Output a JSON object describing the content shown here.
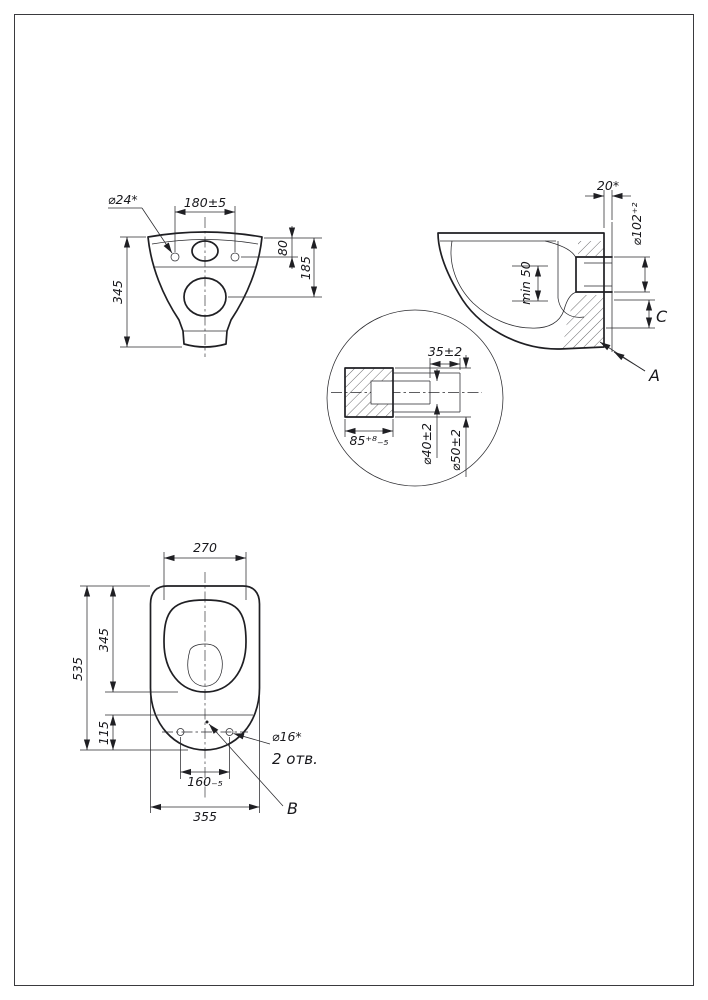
{
  "views": {
    "front": {
      "hole_dia": "⌀24*",
      "hole_spacing": "180±5",
      "top_to_hole": "80",
      "top_to_bowl": "185",
      "height": "345"
    },
    "side": {
      "wall_gap": "20*",
      "outlet_dia": "⌀102⁺²",
      "seal_depth": "min 50",
      "label_c": "C",
      "label_a": "A"
    },
    "detail": {
      "insert_depth": "35±2",
      "length": "85⁺⁸₋₅",
      "inner_dia": "⌀40±2",
      "outer_dia": "⌀50±2"
    },
    "top": {
      "seat_width": "270",
      "overall_length": "535",
      "seat_length": "345",
      "front_offset": "115",
      "hole_spacing": "160₋₅",
      "overall_width": "355",
      "fix_hole_dia": "⌀16*",
      "fix_hole_count": "2 отв.",
      "label_b": "B"
    }
  }
}
